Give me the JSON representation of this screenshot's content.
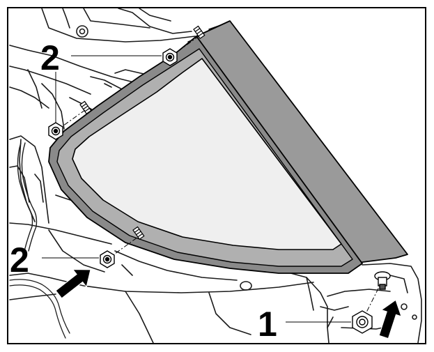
{
  "callouts": {
    "upper_nut_label": "2",
    "lower_nut_label": "2",
    "clip_label": "1"
  },
  "colors": {
    "frame_outline": "#000000",
    "glass_fill": "#efefef",
    "glass_frame": "#8a8a8a",
    "moulding_strip": "#9a9a9a",
    "body_line": "#1a1a1a"
  }
}
